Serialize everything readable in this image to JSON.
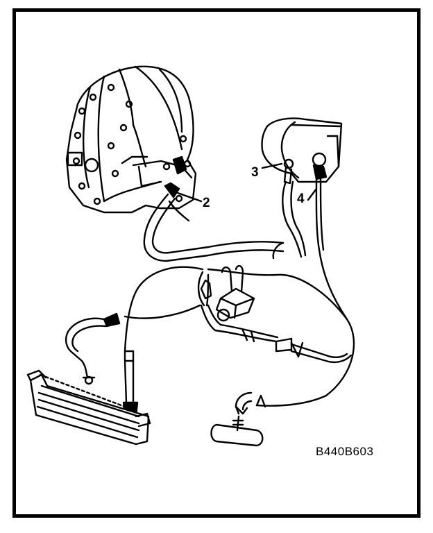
{
  "diagram": {
    "callouts": {
      "c2": "2",
      "c3": "3",
      "c4": "4"
    },
    "figure_code": "B440B603"
  }
}
